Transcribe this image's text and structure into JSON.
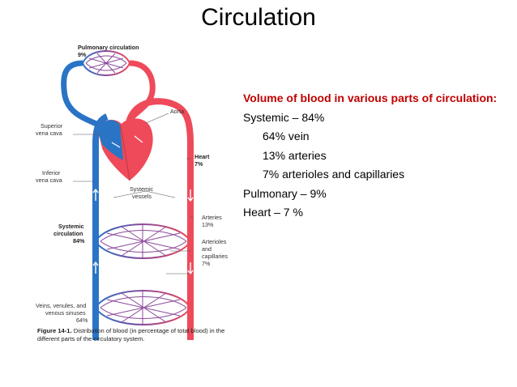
{
  "slide": {
    "title": "Circulation"
  },
  "figure": {
    "pulmonary_label": "Pulmonary circulation",
    "pulmonary_pct": "9%",
    "aorta": "Aorta",
    "superior_vc_1": "Superior",
    "superior_vc_2": "vena cava",
    "inferior_vc_1": "Inferior",
    "inferior_vc_2": "vena cava",
    "heart": "Heart",
    "heart_pct": "7%",
    "systemic_vessels_1": "Systemic",
    "systemic_vessels_2": "vessels",
    "systemic_circ_1": "Systemic",
    "systemic_circ_2": "circulation",
    "systemic_circ_pct": "84%",
    "arteries": "Arteries",
    "arteries_pct": "13%",
    "arterioles_1": "Arterioles",
    "arterioles_2": "and",
    "arterioles_3": "capillaries",
    "arterioles_pct": "7%",
    "veins_1": "Veins, venules, and",
    "veins_2": "venous sinuses",
    "veins_pct": "64%",
    "caption_label": "Figure 14-1.",
    "caption_text": "Distribution of blood (in percentage of total blood) in the different parts of the circulatory system.",
    "colors": {
      "arterial": "#ee4a5a",
      "venous": "#2a74c6",
      "capillary": "#8a4a9a"
    }
  },
  "info": {
    "heading": "Volume of blood in various parts of circulation:",
    "systemic": "Systemic – 84%",
    "vein": "64% vein",
    "arteries": "13% arteries",
    "arterioles": "7% arterioles and capillaries",
    "pulmonary": "Pulmonary – 9%",
    "heart": "Heart – 7 %"
  }
}
